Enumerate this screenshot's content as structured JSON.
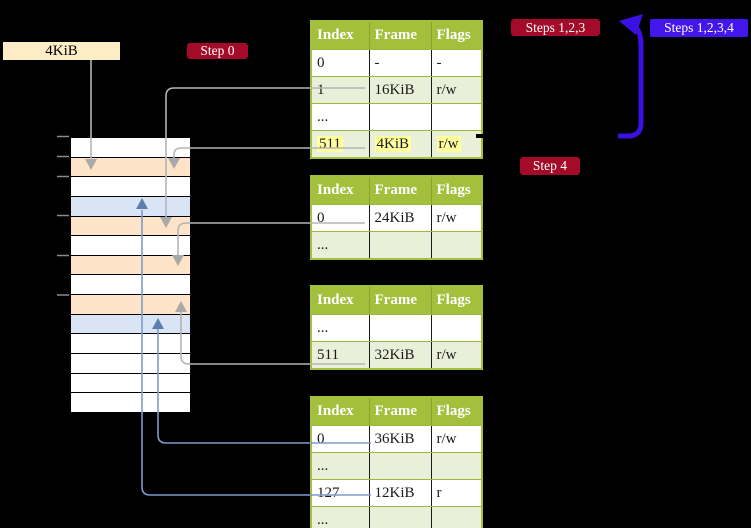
{
  "colors": {
    "background": "#000000",
    "crimson": "#a30b28",
    "violet": "#4416ee",
    "loop_blue": "#3a11e2",
    "wheat": "#fcedc6",
    "frame_orange": "#fde3c7",
    "frame_blue": "#d9e5f5",
    "white": "#ffffff",
    "table_header_green": "#a2c03c",
    "table_border_green": "#9ab83a",
    "cell_green": "#e9efd9",
    "highlight_yellow": "#ffff9e",
    "gray_line": "#b5b5b5",
    "gray_head": "#a9a9a9",
    "steel_line": "#7d9bcb",
    "steel_head": "#5b7fae",
    "tick_gray": "#8a8a8a",
    "cell_divider_black": "#1a1a1a"
  },
  "labels": {
    "size_box": "4KiB",
    "step0": "Step 0",
    "steps123": "Steps 1,2,3",
    "steps1234": "Steps 1,2,3,4",
    "step4": "Step 4"
  },
  "memory_stack": {
    "rows": [
      "white",
      "orange",
      "white",
      "blue",
      "orange",
      "white",
      "orange",
      "white",
      "orange",
      "blue",
      "white",
      "white",
      "white",
      "white"
    ]
  },
  "tables": [
    {
      "id": "pt1",
      "headers": [
        "Index",
        "Frame",
        "Flags"
      ],
      "rows": [
        {
          "cells": [
            "0",
            "-",
            "-"
          ],
          "shade": false,
          "highlight": false
        },
        {
          "cells": [
            "1",
            "16KiB",
            "r/w"
          ],
          "shade": true,
          "highlight": false
        },
        {
          "cells": [
            "...",
            "",
            ""
          ],
          "shade": false,
          "highlight": false
        },
        {
          "cells": [
            "511",
            "4KiB",
            "r/w"
          ],
          "shade": true,
          "highlight": true
        }
      ]
    },
    {
      "id": "pt2",
      "headers": [
        "Index",
        "Frame",
        "Flags"
      ],
      "rows": [
        {
          "cells": [
            "0",
            "24KiB",
            "r/w"
          ],
          "shade": false,
          "highlight": false
        },
        {
          "cells": [
            "...",
            "",
            ""
          ],
          "shade": true,
          "highlight": false
        }
      ]
    },
    {
      "id": "pt3",
      "headers": [
        "Index",
        "Frame",
        "Flags"
      ],
      "rows": [
        {
          "cells": [
            "...",
            "",
            ""
          ],
          "shade": false,
          "highlight": false
        },
        {
          "cells": [
            "511",
            "32KiB",
            "r/w"
          ],
          "shade": true,
          "highlight": false
        }
      ]
    },
    {
      "id": "pt4",
      "headers": [
        "Index",
        "Frame",
        "Flags"
      ],
      "rows": [
        {
          "cells": [
            "0",
            "36KiB",
            "r/w"
          ],
          "shade": false,
          "highlight": false
        },
        {
          "cells": [
            "...",
            "",
            ""
          ],
          "shade": true,
          "highlight": false
        },
        {
          "cells": [
            "127",
            "12KiB",
            "r"
          ],
          "shade": false,
          "highlight": false
        },
        {
          "cells": [
            "...",
            "",
            ""
          ],
          "shade": true,
          "highlight": false
        }
      ]
    }
  ]
}
